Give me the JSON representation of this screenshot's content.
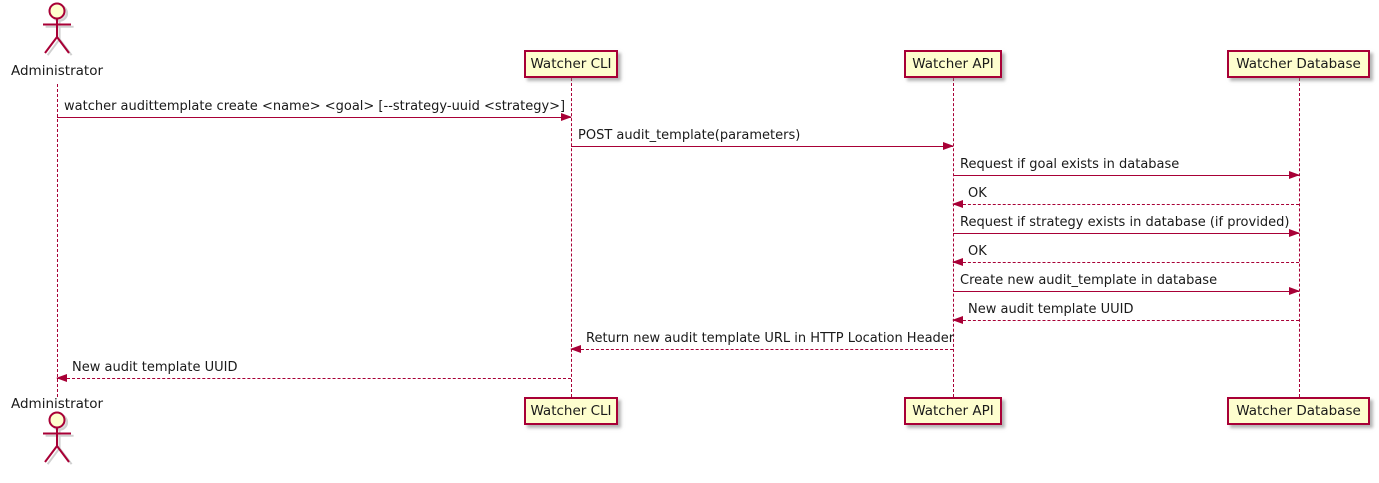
{
  "diagram": {
    "type": "sequence-diagram",
    "actor": {
      "label": "Administrator"
    },
    "participants": [
      {
        "label": "Watcher CLI"
      },
      {
        "label": "Watcher API"
      },
      {
        "label": "Watcher Database"
      }
    ],
    "messages": [
      {
        "from": "Administrator",
        "to": "Watcher CLI",
        "style": "solid",
        "label": "watcher audittemplate create <name> <goal> [--strategy-uuid <strategy>]"
      },
      {
        "from": "Watcher CLI",
        "to": "Watcher API",
        "style": "solid",
        "label": "POST audit_template(parameters)"
      },
      {
        "from": "Watcher API",
        "to": "Watcher Database",
        "style": "solid",
        "label": "Request if goal exists in database"
      },
      {
        "from": "Watcher Database",
        "to": "Watcher API",
        "style": "dashed",
        "label": "OK"
      },
      {
        "from": "Watcher API",
        "to": "Watcher Database",
        "style": "solid",
        "label": "Request if strategy exists in database (if provided)"
      },
      {
        "from": "Watcher Database",
        "to": "Watcher API",
        "style": "dashed",
        "label": "OK"
      },
      {
        "from": "Watcher API",
        "to": "Watcher Database",
        "style": "solid",
        "label": "Create new audit_template in database"
      },
      {
        "from": "Watcher Database",
        "to": "Watcher API",
        "style": "dashed",
        "label": "New audit template UUID"
      },
      {
        "from": "Watcher API",
        "to": "Watcher CLI",
        "style": "dashed",
        "label": "Return new audit template URL in HTTP Location Header"
      },
      {
        "from": "Watcher CLI",
        "to": "Administrator",
        "style": "dashed",
        "label": "New audit template UUID"
      }
    ],
    "colors": {
      "participant_fill": "#FEFECE",
      "stroke": "#A80036",
      "text": "#1A1A1A",
      "background": "#FFFFFF"
    }
  }
}
